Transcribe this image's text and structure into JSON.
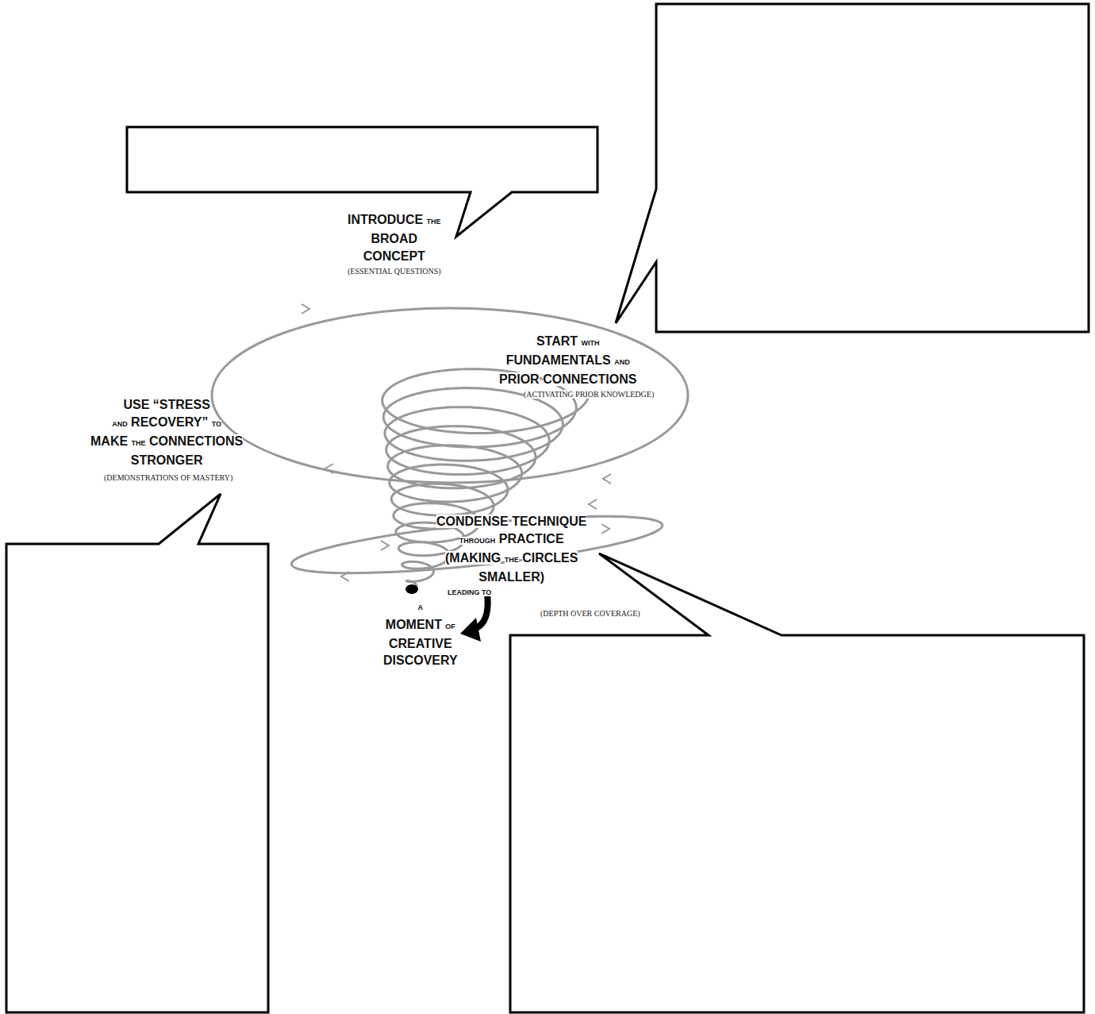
{
  "diagram": {
    "labels": [
      "INTRODUCE THE BROAD CONCEPT",
      "(ESSENTIAL QUESTIONS)",
      "START WITH FUNDAMENTALS AND PRIOR CONNECTIONS",
      "(ACTIVATING PRIOR KNOWLEDGE)",
      "USE “STRESS AND RECOVERY” TO MAKE THE CONNECTIONS STRONGER",
      "(DEMONSTRATIONS OF MASTERY)",
      "CONDENSE TECHNIQUE THROUGH PRACTICE (MAKING THE CIRCLES SMALLER)",
      "LEADING TO",
      "A MOMENT OF CREATIVE DISCOVERY",
      "(DEPTH OVER COVERAGE)"
    ]
  }
}
